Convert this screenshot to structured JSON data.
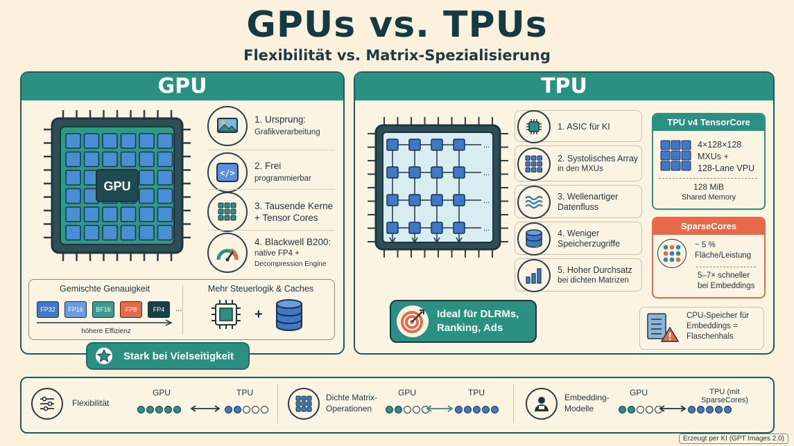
{
  "title": "GPUs vs. TPUs",
  "subtitle": "Flexibilität vs. Matrix-Spezialisierung",
  "gpu": {
    "header": "GPU",
    "chip_label": "GPU",
    "items": [
      {
        "title": "1. Ursprung:",
        "detail": "Grafikverarbeitung",
        "icon": "image-icon"
      },
      {
        "title": "2. Frei",
        "detail": "programmierbar",
        "icon": "code-icon"
      },
      {
        "title": "3. Tausende Kerne",
        "detail": "+ Tensor Cores",
        "icon": "grid-icon"
      },
      {
        "title": "4. Blackwell B200:",
        "detail": "native FP4 +",
        "detail2": "Decompression Engine",
        "icon": "gauge-icon"
      }
    ],
    "precision_title": "Gemischte Genauigkeit",
    "precisions": [
      "FP32",
      "FP16",
      "BF16",
      "FP8",
      "FP4",
      "..."
    ],
    "precision_colors": [
      "#3f78c9",
      "#6b9be0",
      "#3a9a8e",
      "#e8694a",
      "#173f46"
    ],
    "efficiency_label": "höhere Effizienz",
    "control_title": "Mehr Steuerlogik & Caches",
    "plus": "+",
    "badge": "Stark bei Vielseitigkeit"
  },
  "tpu": {
    "header": "TPU",
    "items": [
      {
        "title": "1. ASIC für KI",
        "detail": "",
        "icon": "chip-icon"
      },
      {
        "title": "2. Systolisches Array",
        "detail": "in den MXUs",
        "icon": "array-icon"
      },
      {
        "title": "3. Wellenartiger",
        "detail": "Datenfluss",
        "icon": "wave-icon"
      },
      {
        "title": "4. Weniger",
        "detail": "Speicherzugriffe",
        "icon": "database-icon"
      },
      {
        "title": "5. Hoher Durchsatz",
        "detail": "bei dichten Matrizen",
        "icon": "bar-chart-icon"
      }
    ],
    "array_ellipsis": "...",
    "ideal": {
      "line1": "Ideal für DLRMs,",
      "line2": "Ranking, Ads"
    },
    "tensorcore": {
      "header": "TPU v4 TensorCore",
      "line1": "4×128×128",
      "line2": "MXUs +",
      "line3": "128-Lane VPU",
      "mem1": "128 MiB",
      "mem2": "Shared Memory"
    },
    "sparsecores": {
      "header": "SparseCores",
      "pct": "~ 5 %",
      "pct_label": "Fläche/Leistung",
      "speed": "5–7× schneller",
      "speed_label": "bei Embeddings"
    },
    "cpu_note": {
      "line1": "CPU-Speicher für",
      "line2": "Embeddings =",
      "line3": "Flaschenhals"
    }
  },
  "comparison": [
    {
      "label": "Flexibilität",
      "label2": "",
      "gpu_label": "GPU",
      "tpu_label": "TPU",
      "gpu_score": 5,
      "tpu_score": 2,
      "icon": "sliders-icon"
    },
    {
      "label": "Dichte Matrix-",
      "label2": "Operationen",
      "gpu_label": "GPU",
      "tpu_label": "TPU",
      "gpu_score": 2,
      "tpu_score": 5,
      "icon": "matrix-icon"
    },
    {
      "label": "Embedding-",
      "label2": "Modelle",
      "gpu_label": "GPU",
      "tpu_label": "TPU (mit SparseCores)",
      "gpu_score": 2,
      "tpu_score": 5,
      "icon": "person-icon"
    }
  ],
  "footer": "Erzeugt per KI (GPT Images 2.0)",
  "colors": {
    "teal": "#2a9082",
    "dark": "#143b44",
    "blue": "#3f78c9",
    "red": "#e8694a",
    "cream": "#fbf1dc"
  }
}
